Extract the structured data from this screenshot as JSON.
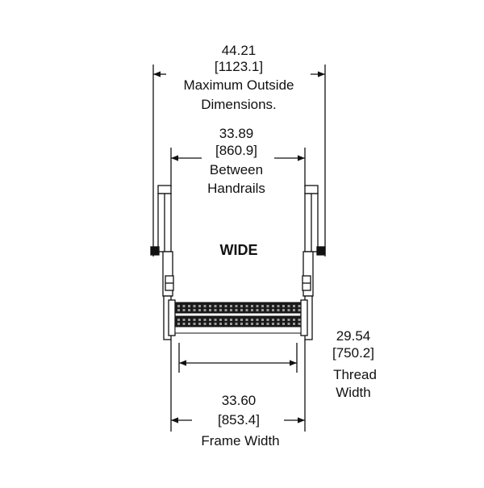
{
  "drawing": {
    "label": "WIDE",
    "colors": {
      "line": "#111111",
      "background": "#ffffff"
    },
    "dimensions": {
      "max_outside": {
        "imperial": "44.21",
        "metric": "[1123.1]",
        "caption1": "Maximum Outside",
        "caption2": "Dimensions."
      },
      "between_handrails": {
        "imperial": "33.89",
        "metric": "[860.9]",
        "caption1": "Between",
        "caption2": "Handrails"
      },
      "thread_width": {
        "imperial": "29.54",
        "metric": "[750.2]",
        "caption1": "Thread",
        "caption2": "Width"
      },
      "frame_width": {
        "imperial": "33.60",
        "metric": "[853.4]",
        "caption1": "Frame Width"
      }
    }
  }
}
